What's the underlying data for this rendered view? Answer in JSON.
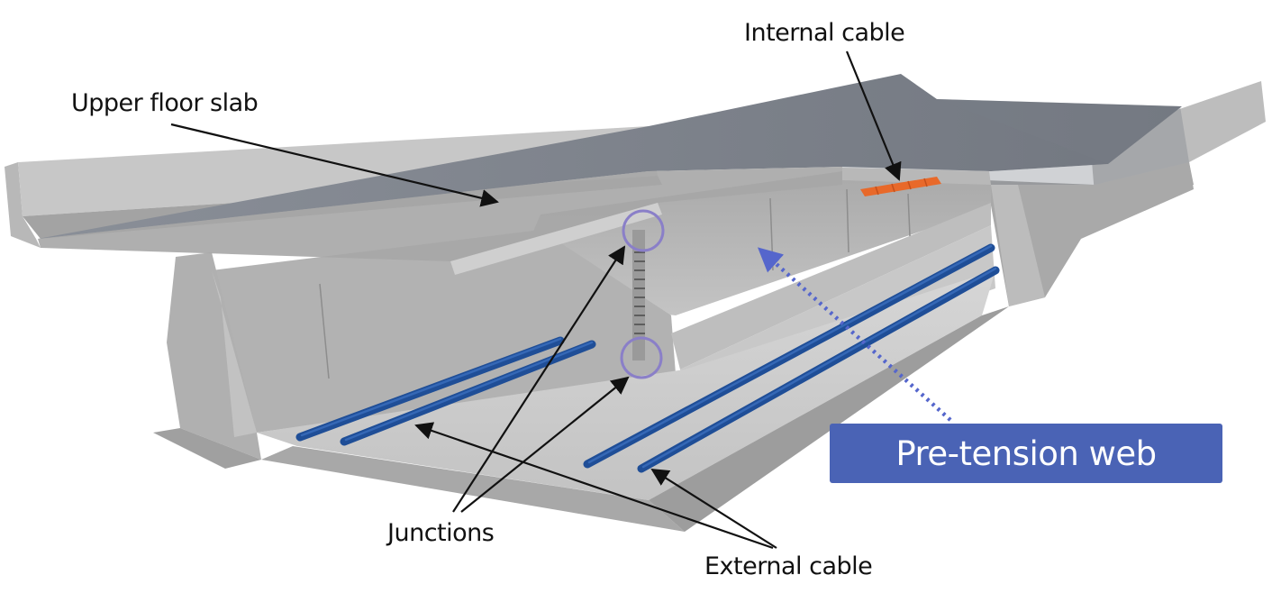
{
  "labels": {
    "upper_floor_slab": "Upper floor slab",
    "internal_cable": "Internal cable",
    "junctions": "Junctions",
    "external_cable": "External cable",
    "pretension_web": "Pre-tension web"
  },
  "colors": {
    "concrete_light": "#c9c9c9",
    "concrete_mid": "#b3b3b3",
    "concrete_dark": "#9c9c9c",
    "deck_top": "#7d828c",
    "external_cable": "#1f4e97",
    "internal_cable": "#e8692a",
    "junction_ring": "#8a7fc8",
    "callout_box": "#4a63b5",
    "arrow": "#111111"
  }
}
